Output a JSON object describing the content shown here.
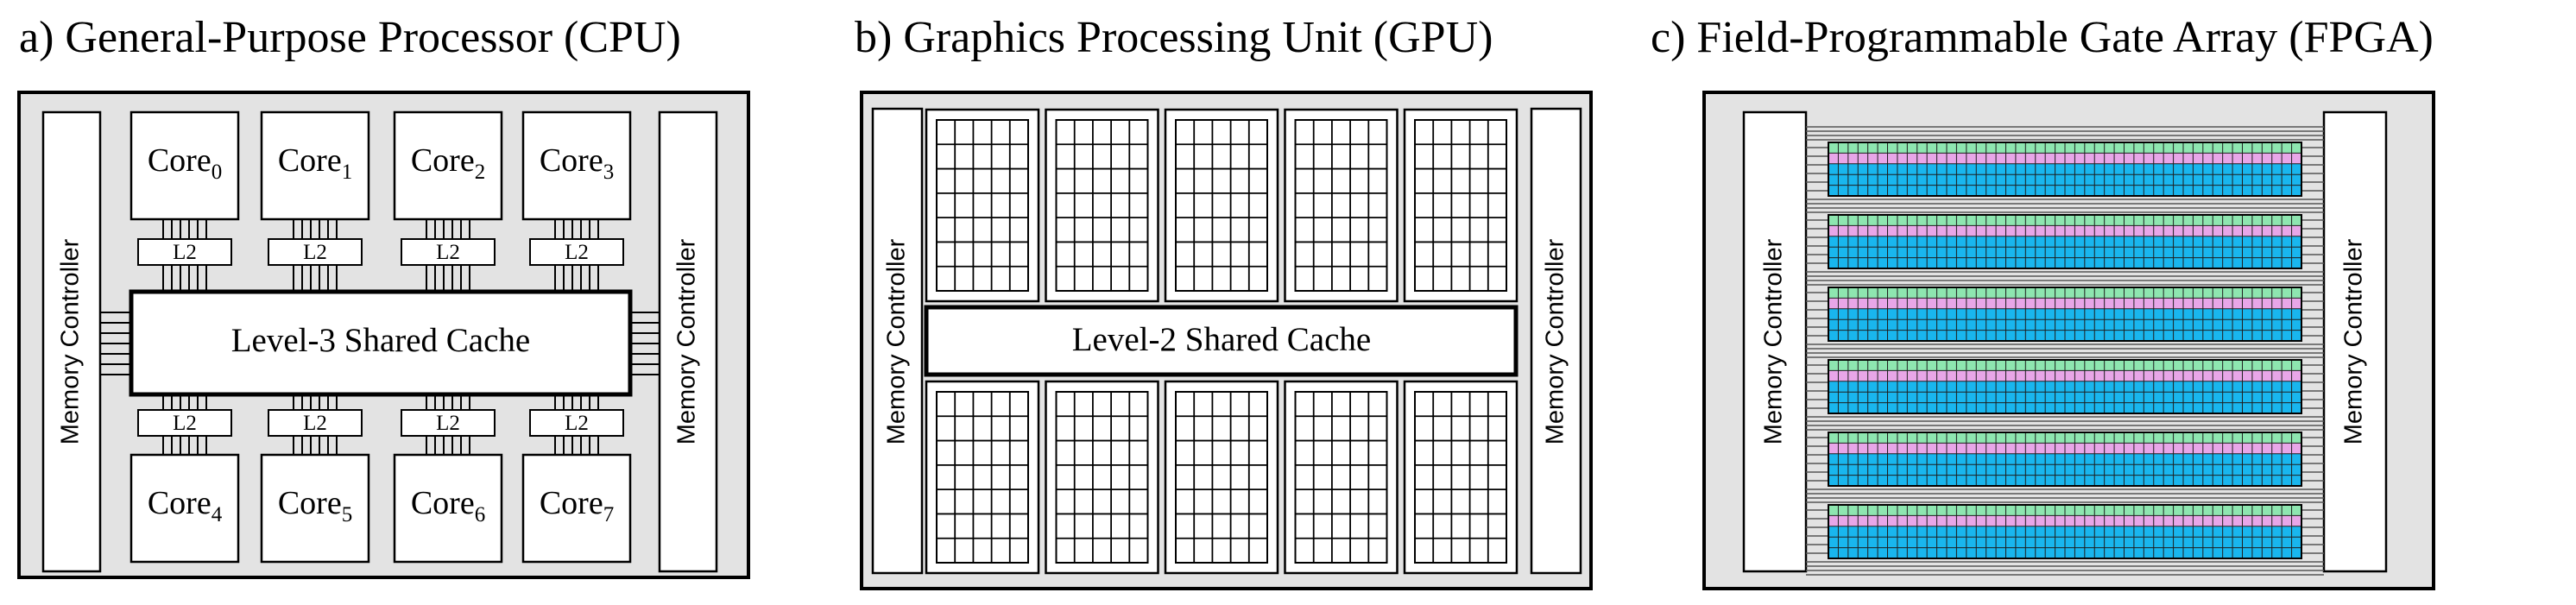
{
  "colors": {
    "background": "#e3e3e3",
    "box_fill": "#ffffff",
    "stroke": "#000000",
    "fpga_green": "#8ee6b0",
    "fpga_pink": "#e8a6e8",
    "fpga_blue": "#19b6ee"
  },
  "panels": {
    "cpu": {
      "title": "a) General-Purpose Processor (CPU)",
      "memory_controller_left": "Memory Controller",
      "memory_controller_right": "Memory Controller",
      "shared_cache": "Level-3 Shared Cache",
      "core_word": "Core",
      "core_indices": [
        "0",
        "1",
        "2",
        "3",
        "4",
        "5",
        "6",
        "7"
      ],
      "l2_label": "L2"
    },
    "gpu": {
      "title": "b) Graphics Processing Unit (GPU)",
      "memory_controller_left": "Memory Controller",
      "memory_controller_right": "Memory Controller",
      "shared_cache": "Level-2 Shared Cache",
      "blocks_per_row": 5,
      "block_rows": 2,
      "grid_cols": 5,
      "grid_rows": 7
    },
    "fpga": {
      "title": "c) Field-Programmable Gate Array (FPGA)",
      "memory_controller_left": "Memory Controller",
      "memory_controller_right": "Memory Controller",
      "fabric_strips": 6
    }
  }
}
